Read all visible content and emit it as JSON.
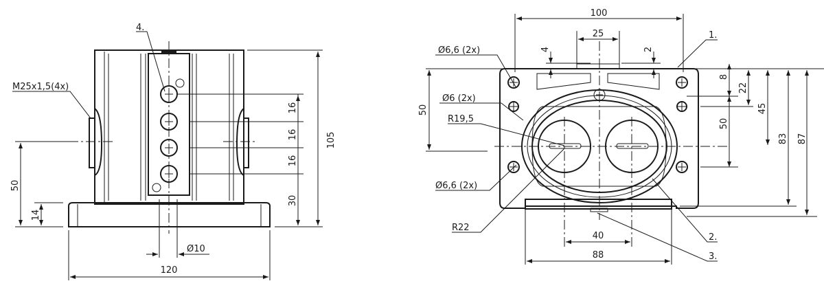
{
  "side_view": {
    "callout_4": "4.",
    "thread_label": "M25x1,5(4x)",
    "dim_105": "105",
    "dim_16a": "16",
    "dim_16b": "16",
    "dim_16c": "16",
    "dim_30": "30",
    "dim_50": "50",
    "dim_14": "14",
    "dim_dia10": "Ø10",
    "dim_120": "120"
  },
  "front_view": {
    "dim_100": "100",
    "dim_25": "25",
    "dim_4": "4",
    "dim_2": "2",
    "callout_1": "1.",
    "callout_2": "2.",
    "callout_3": "3.",
    "hole_top": "Ø6,6 (2x)",
    "hole_mid": "Ø6 (2x)",
    "hole_bottom": "Ø6,6 (2x)",
    "radius_inner": "R19,5",
    "radius_outer": "R22",
    "dim_50_left": "50",
    "dim_8": "8",
    "dim_22": "22",
    "dim_50_right": "50",
    "dim_45": "45",
    "dim_83": "83",
    "dim_87": "87",
    "dim_40": "40",
    "dim_88": "88"
  }
}
